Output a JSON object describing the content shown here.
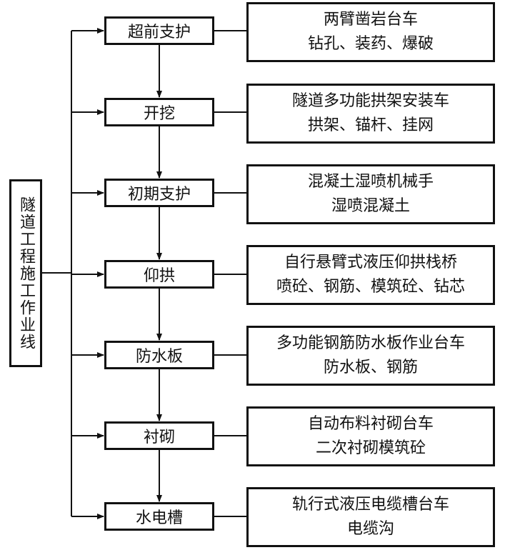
{
  "root": {
    "label": "隧道工程施工作业线"
  },
  "stages": [
    {
      "name": "超前支护",
      "equipment": "两臂凿岩台车",
      "tasks": "钻孔、装药、爆破"
    },
    {
      "name": "开挖",
      "equipment": "隧道多功能拱架安装车",
      "tasks": "拱架、锚杆、挂网"
    },
    {
      "name": "初期支护",
      "equipment": "混凝土湿喷机械手",
      "tasks": "湿喷混凝土"
    },
    {
      "name": "仰拱",
      "equipment": "自行悬臂式液压仰拱栈桥",
      "tasks": "喷砼、钢筋、模筑砼、钻芯"
    },
    {
      "name": "防水板",
      "equipment": "多功能钢筋防水板作业台车",
      "tasks": "防水板、钢筋"
    },
    {
      "name": "衬砌",
      "equipment": "自动布料衬砌台车",
      "tasks": "二次衬砌模筑砼"
    },
    {
      "name": "水电槽",
      "equipment": "轨行式液压电缆槽台车",
      "tasks": "电缆沟"
    }
  ]
}
